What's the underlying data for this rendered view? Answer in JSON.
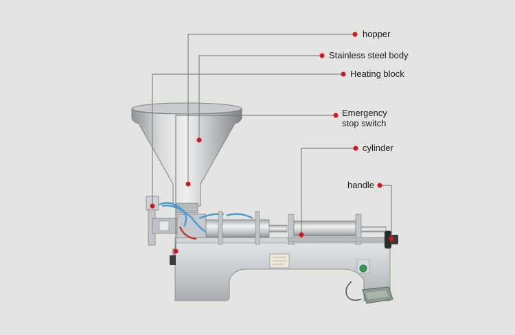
{
  "colors": {
    "background": "#e4e5e3",
    "leader_line": "#6f6f6f",
    "callout_dot": "#d8151b",
    "steel_light": "#d9dbdc",
    "steel_mid": "#b8bbbe",
    "steel_dark": "#8d9195",
    "tube_blue": "#4a9fd6",
    "tube_red": "#c33a2e",
    "button_green": "#2e9c55"
  },
  "labels": {
    "hopper": "hopper",
    "stainless_steel_body": "Stainless steel body",
    "heating_block": "Heating block",
    "emergency_stop_line1": "Emergency",
    "emergency_stop_line2": "stop switch",
    "cylinder": "cylinder",
    "handle": "handle"
  }
}
